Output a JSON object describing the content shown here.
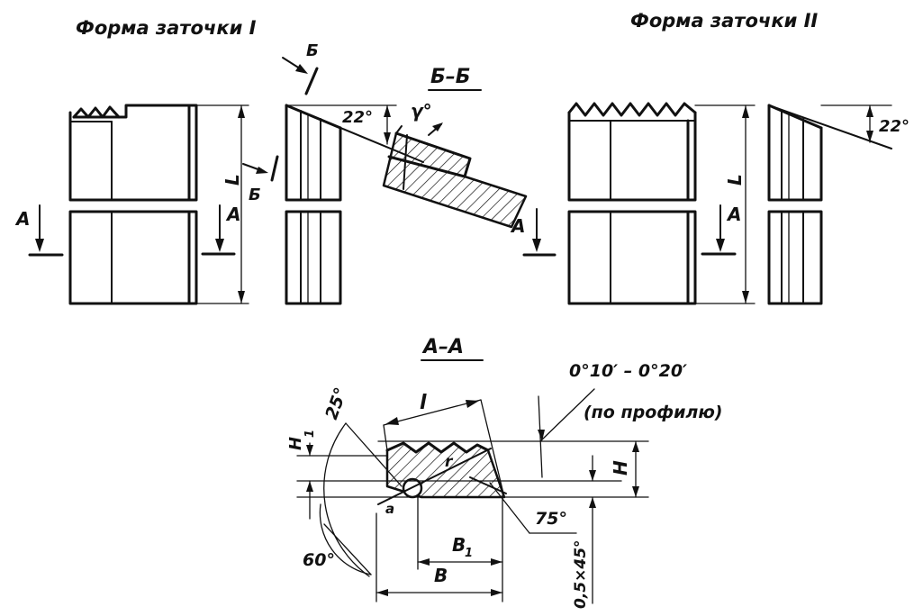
{
  "titles": {
    "form1": "Форма заточки I",
    "form2": "Форма заточки II"
  },
  "sections": {
    "bb": "Б–Б",
    "aa": "А–А"
  },
  "labels": {
    "A": "А",
    "B": "Б",
    "L": "L",
    "l": "l",
    "H": "H",
    "H1": "H",
    "H1_sub": "1",
    "B_width": "B",
    "B1": "B",
    "B1_sub": "1",
    "r": "r",
    "a": "a"
  },
  "angles": {
    "a22": "22°",
    "gamma": "γ°",
    "a25": "25°",
    "a60": "60°",
    "a75": "75°",
    "profile_angle": "0°10′ – 0°20′",
    "profile_note": "(по профилю)",
    "chamfer": "0,5×45°"
  }
}
